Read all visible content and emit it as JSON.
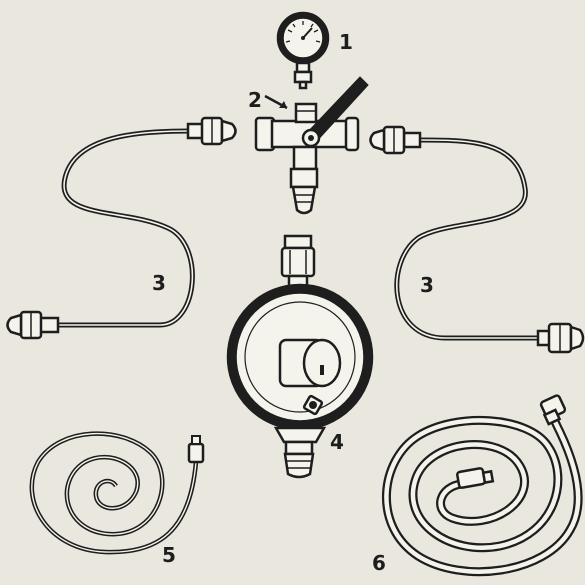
{
  "labels": {
    "gauge": "1",
    "valve": "2",
    "tube_left": "3",
    "tube_right": "3",
    "regulator": "4",
    "small_coil": "5",
    "hose_coil": "6"
  }
}
